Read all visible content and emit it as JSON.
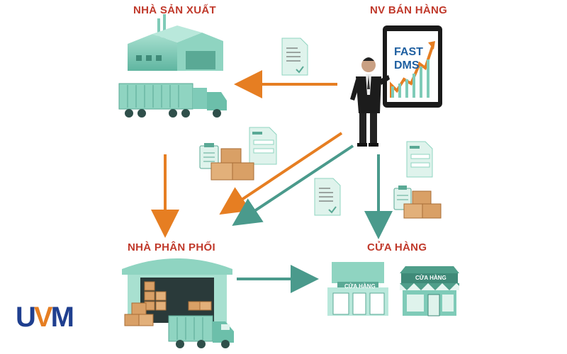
{
  "nodes": {
    "manufacturer": "NHÀ SẢN XUẤT",
    "sales_staff": "NV BÁN HÀNG",
    "distributor": "NHÀ PHÂN PHỐI",
    "store": "CỬA HÀNG"
  },
  "tablet": {
    "line1": "FAST",
    "line2": "DMS"
  },
  "shop_signs": {
    "left": "CỬA HÀNG",
    "right": "CỬA HÀNG"
  },
  "logo": {
    "u": "U",
    "v": "V",
    "m": "M"
  },
  "colors": {
    "title": "#c0392b",
    "orange_arrow": "#e67e22",
    "teal_arrow": "#4a9a8c",
    "building": "#7fcbb8",
    "logo_blue": "#1f3f8f",
    "logo_orange": "#e67e22"
  }
}
